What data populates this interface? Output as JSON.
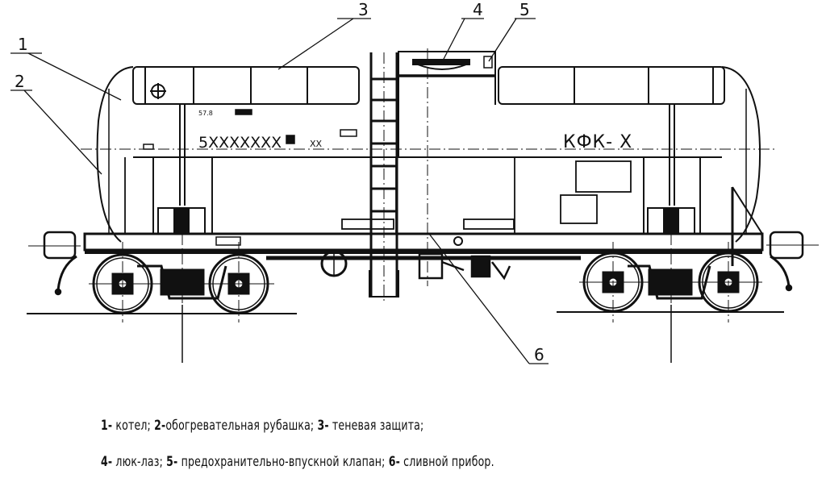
{
  "diagram": {
    "subject": "tank railcar side view",
    "tank_marking": "КФК- X",
    "number_marking": "5XXXXXXX",
    "number_suffix": "XX",
    "small_marking": "57.8",
    "callouts": [
      {
        "num": "1",
        "label": "котел"
      },
      {
        "num": "2",
        "label": "обогревательная рубашка"
      },
      {
        "num": "3",
        "label": "теневая защита"
      },
      {
        "num": "4",
        "label": "люк-лаз"
      },
      {
        "num": "5",
        "label": "предохранительно-впускной клапан"
      },
      {
        "num": "6",
        "label": "сливной прибор"
      }
    ]
  },
  "legend": {
    "line1": [
      {
        "num": "1-",
        "text": " котел; "
      },
      {
        "num": "2-",
        "text": "обогревательная рубашка; "
      },
      {
        "num": "3-",
        "text": " теневая защита;"
      }
    ],
    "line2": [
      {
        "num": "4-",
        "text": "  люк-лаз; "
      },
      {
        "num": "5-",
        "text": " предохранительно-впускной клапан; "
      },
      {
        "num": "6-",
        "text": " сливной прибор."
      }
    ]
  },
  "colors": {
    "line": "#111111",
    "background": "#ffffff"
  }
}
